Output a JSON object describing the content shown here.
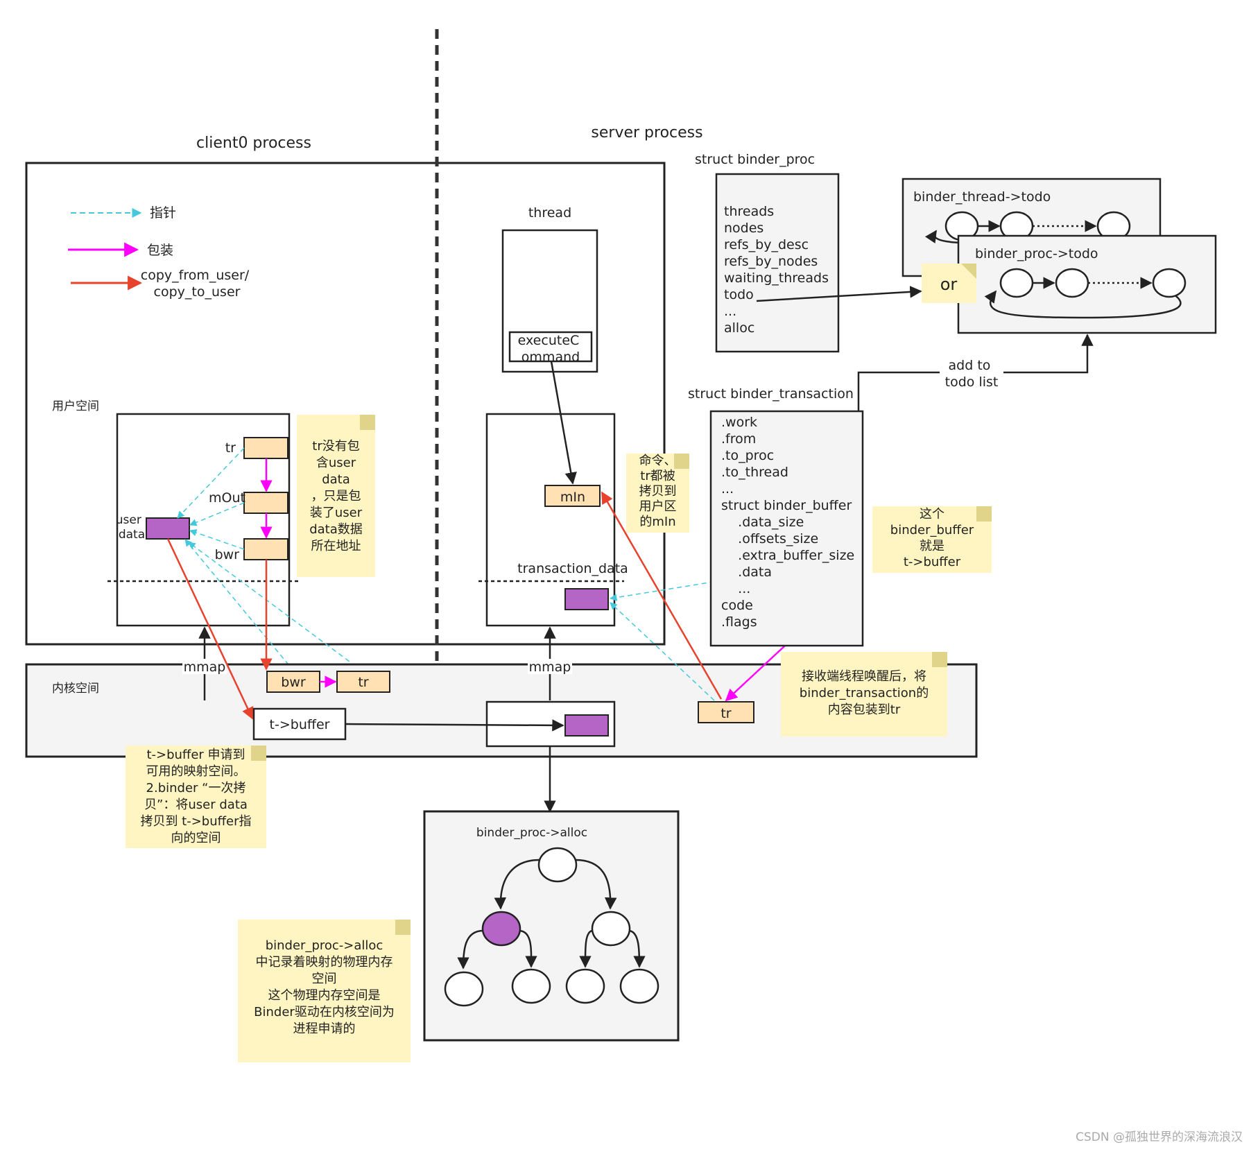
{
  "titles": {
    "client": "client0 process",
    "server": "server process",
    "binder_proc": "struct binder_proc",
    "binder_transaction": "struct binder_transaction",
    "user_space": "用户空间",
    "kernel_space": "内核空间"
  },
  "legend": {
    "pointer": "指针",
    "wrap": "包装",
    "copy": "copy_from_user/\ncopy_to_user"
  },
  "client": {
    "tr": "tr",
    "mout": "mOut",
    "bwr": "bwr",
    "user_data": "user\ndata"
  },
  "server": {
    "thread": "thread",
    "execute": "executeC\nommand",
    "min": "mIn",
    "transaction_data": "transaction_data"
  },
  "kernel": {
    "bwr": "bwr",
    "tr": "tr",
    "t_buffer": "t->buffer",
    "tr_server": "tr",
    "mmap_left": "mmap",
    "mmap_right": "mmap"
  },
  "binder_proc_fields": [
    "threads",
    "nodes",
    "refs_by_desc",
    "refs_by_nodes",
    "waiting_threads",
    "todo",
    "...",
    "alloc"
  ],
  "binder_transaction_fields": [
    ".work",
    ".from",
    ".to_proc",
    ".to_thread",
    "...",
    "struct binder_buffer",
    "    .data_size",
    "    .offsets_size",
    "    .extra_buffer_size",
    "    .data",
    "    ...",
    "code",
    ".flags"
  ],
  "todo": {
    "thread_todo": "binder_thread->todo",
    "proc_todo": "binder_proc->todo",
    "or": "or",
    "add_to": "add to\ntodo list"
  },
  "alloc": {
    "title": "binder_proc->alloc"
  },
  "notes": {
    "tr_note": "tr没有包\n含user\ndata\n，只是包\n装了user\ndata数据\n所在地址",
    "min_note": "命令、\ntr都被\n拷贝到\n用户区\n的mIn",
    "buffer_note": "这个\nbinder_buffer\n就是\nt->buffer",
    "wake_note": "接收端线程唤醒后，将\nbinder_transaction的\n内容包装到tr",
    "tbuffer_note": "t->buffer 申请到\n可用的映射空间。\n2.binder “一次拷\n贝”：将user data\n拷贝到 t->buffer指\n向的空间",
    "alloc_note": "binder_proc->alloc\n中记录着映射的物理内存\n空间\n这个物理内存空间是\nBinder驱动在内核空间为\n进程申请的"
  },
  "watermark": "CSDN @孤独世界的深海流浪汉",
  "colors": {
    "pointer": "#45c8dc",
    "wrap": "#ff00ff",
    "copy": "#e8412c",
    "box_fill": "#ffe1b3",
    "purple": "#b565c6",
    "note": "#fff5c2",
    "panel": "#f4f4f4"
  }
}
